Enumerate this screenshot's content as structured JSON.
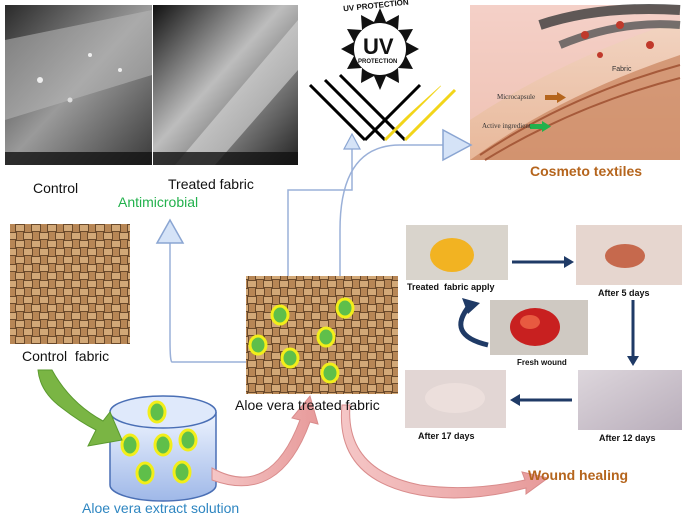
{
  "antimicrobial": {
    "control_label": "Control",
    "treated_label": "Treated fabric",
    "title": "Antimicrobial"
  },
  "uv": {
    "badge_top": "UV PROTECTION",
    "badge_big": "UV",
    "badge_sub": "PROTECTION"
  },
  "cosmeto": {
    "title": "Cosmeto textiles",
    "fabric_label": "Fabric",
    "microcapsule_label": "Microcapsule",
    "active_label": "Active ingredient"
  },
  "fabric": {
    "control_label": "Control  fabric",
    "treated_label": "Aloe vera treated fabric"
  },
  "extract": {
    "label": "Aloe vera extract solution"
  },
  "wound": {
    "title": "Wound healing",
    "treated_apply": "Treated  fabric apply",
    "after5": "After 5 days",
    "fresh": "Fresh wound",
    "after12": "After 12 days",
    "after17": "After 17 days"
  },
  "colors": {
    "antimicrobial_green": "#22b14c",
    "cosmeto_brown": "#b5651d",
    "extract_blue": "#2e86c1",
    "arrow_navy": "#1f3a66"
  }
}
